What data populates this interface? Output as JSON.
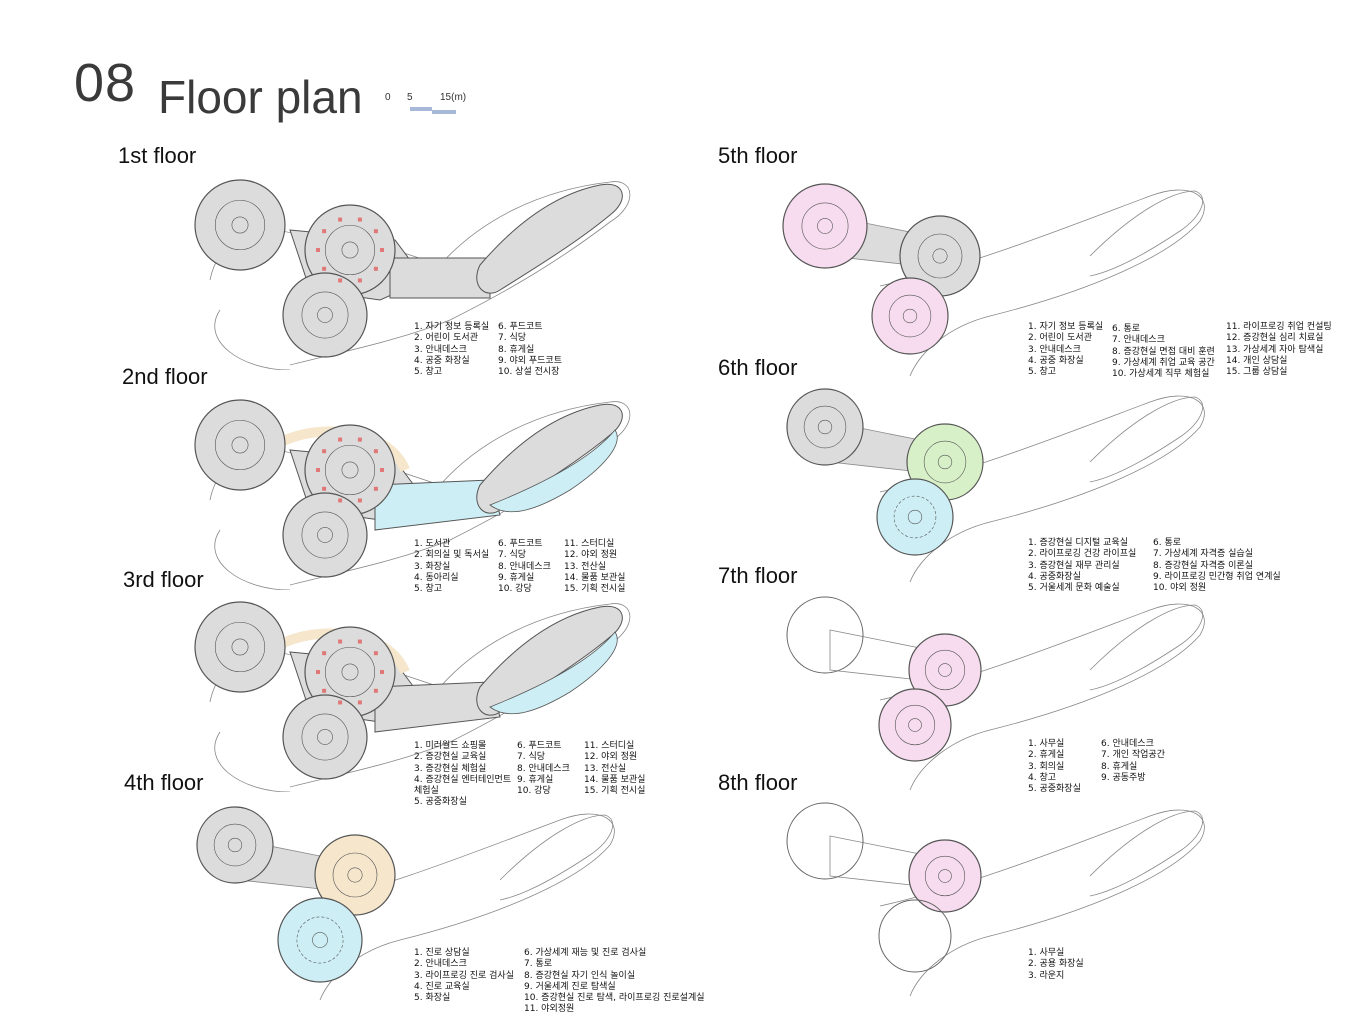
{
  "header": {
    "number": "08",
    "title": "Floor plan"
  },
  "scale": {
    "zero": "0",
    "mid": "5",
    "end": "15(m)"
  },
  "floors": [
    {
      "label": "1st floor",
      "legend": [
        [
          "1. 자기 정보 등록실",
          "2. 어린이 도서관",
          "3. 안내데스크",
          "4. 공중 화장실",
          "5. 창고"
        ],
        [
          "6. 푸드코트",
          "7. 식당",
          "8. 휴게실",
          "9. 야외 푸드코트",
          "10. 상설 전시장"
        ]
      ]
    },
    {
      "label": "2nd floor",
      "legend": [
        [
          "1. 도서관",
          "2. 회의실 및 독서실",
          "3. 화장실",
          "4. 동아리실",
          "5. 창고"
        ],
        [
          "6. 푸드코트",
          "7. 식당",
          "8. 안내데스크",
          "9. 휴게실",
          "10. 강당"
        ],
        [
          "11. 스터디실",
          "12. 야외 정원",
          "13. 전산실",
          "14. 물품 보관실",
          "15. 기획 전시실"
        ]
      ]
    },
    {
      "label": "3rd floor",
      "legend": [
        [
          "1. 미러월드 쇼핑몰",
          "2. 증강현실 교육실",
          "3. 증강현실 체험실",
          "4. 증강현실 엔터테인먼트",
          "체험실",
          "5. 공중화장실"
        ],
        [
          "6. 푸드코트",
          "7. 식당",
          "8. 안내데스크",
          "9. 휴게실",
          "10. 강당"
        ],
        [
          "11. 스터디실",
          "12. 야외 정원",
          "13. 전산실",
          "14. 물품 보관실",
          "15. 기획 전시실"
        ]
      ]
    },
    {
      "label": "4th floor",
      "legend": [
        [
          "1. 진로 상담실",
          "2. 안내데스크",
          "3. 라이프로깅 진로 검사실",
          "4. 진로 교육실",
          "5. 화장실"
        ],
        [
          "6. 가상세계 재능 및 진로 검사실",
          "7. 통로",
          "8. 증강현실 자기 인식 놀이실",
          "9. 거울세계 진로 탐색실",
          "10. 증강현실 진로 탐색, 라이프로깅 진로설계실",
          "11. 야외정원"
        ]
      ]
    },
    {
      "label": "5th floor",
      "legend": [
        [
          "1. 자기 정보 등록실",
          "2. 어린이 도서관",
          "3. 안내데스크",
          "4. 공중 화장실",
          "5. 창고"
        ],
        [
          "6. 통로",
          "7. 안내데스크",
          "8. 증강현실 면접 대비 훈련",
          "9. 가상세계 취업 교육 공간",
          "10. 가상세계 직무 체험실"
        ],
        [
          "11. 라이프로깅 취업 컨설팅",
          "12. 증강현실 심리 치료실",
          "13. 가상세계 자아 탐색실",
          "14. 개인 상담실",
          "15. 그룹 상담실"
        ]
      ]
    },
    {
      "label": "6th floor",
      "legend": [
        [
          "1. 증강현실 디지털 교육실",
          "2. 라이프로깅 건강 라이프실",
          "3. 증강현실 재무 관리실",
          "4. 공중화장실",
          "5. 거울세계 문화 예술실"
        ],
        [
          "6. 통로",
          "7. 가상세계 자격증 실습실",
          "8. 증강현실 자격증 이론실",
          "9. 라이프로깅 민간형 취업 연계실",
          "10. 야외 정원"
        ]
      ]
    },
    {
      "label": "7th floor",
      "legend": [
        [
          "1. 사무실",
          "2. 휴게실",
          "3. 회의실",
          "4. 창고",
          "5. 공중화장실"
        ],
        [
          "6. 안내데스크",
          "7. 개인 작업공간",
          "8. 휴게실",
          "9. 공동주방"
        ]
      ]
    },
    {
      "label": "8th floor",
      "legend": [
        [
          "1. 사무실",
          "2. 공용 화장실",
          "3. 라운지"
        ]
      ]
    }
  ],
  "colors": {
    "floor_gray": "#dcdcdc",
    "water_blue": "#cdeef5",
    "wood_beige": "#f5e6cc",
    "pink_zone": "#f6dcee",
    "green_zone": "#d8f0c8",
    "outline": "#555555",
    "scale_bar": "#a8b8d8"
  }
}
